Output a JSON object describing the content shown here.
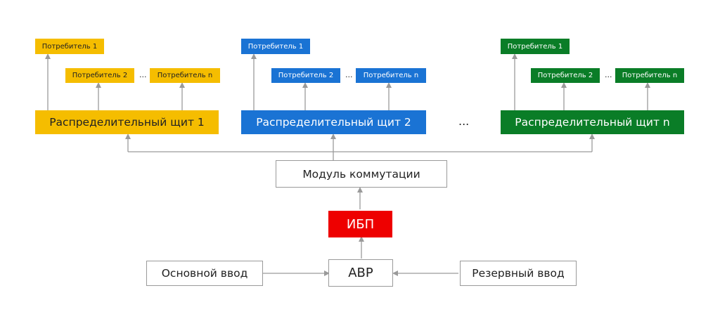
{
  "groups": [
    {
      "color": "#f5bd00",
      "consumer1": "Потребитель 1",
      "consumer2": "Потребитель 2",
      "consumerN": "Потребитель n",
      "ellipsis": "...",
      "panel": "Распределительный щит 1"
    },
    {
      "color": "#1a73d4",
      "consumer1": "Потребитель 1",
      "consumer2": "Потребитель 2",
      "consumerN": "Потребитель n",
      "ellipsis": "...",
      "panel": "Распределительный щит 2"
    },
    {
      "color": "#0a7d27",
      "consumer1": "Потребитель 1",
      "consumer2": "Потребитель 2",
      "consumerN": "Потребитель n",
      "ellipsis": "...",
      "panel": "Распределительный щит  n"
    }
  ],
  "panels_ellipsis": "...",
  "switch_module": "Модуль коммутации",
  "ups": {
    "label": "ИБП",
    "color": "#ee0000"
  },
  "ats": "АВР",
  "main_input": "Основной ввод",
  "reserve_input": "Резервный ввод",
  "line_color": "#9a9a9a"
}
